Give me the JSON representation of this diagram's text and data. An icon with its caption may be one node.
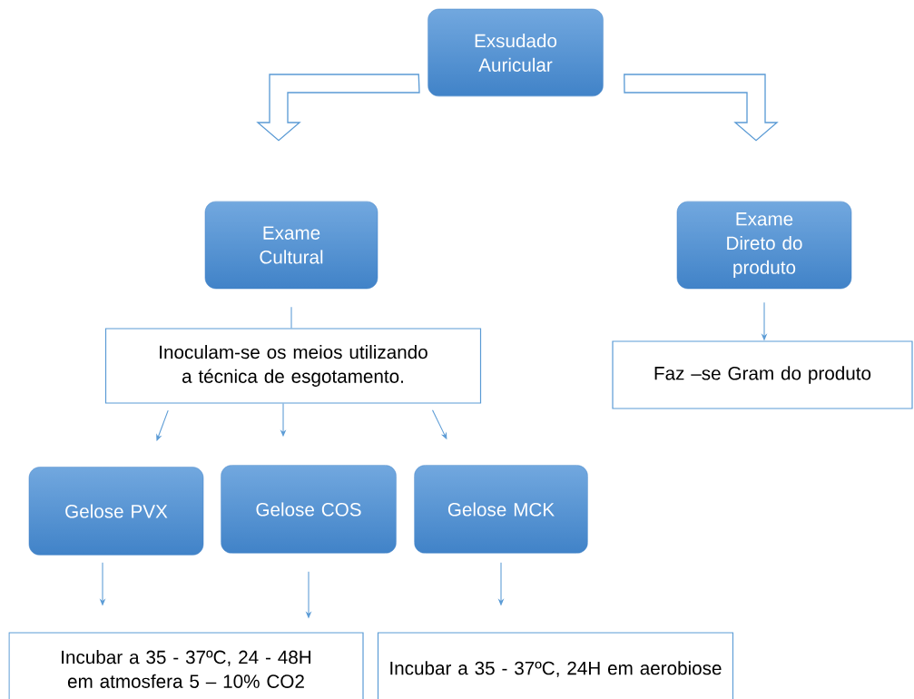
{
  "diagram": {
    "nodes": [
      {
        "text": [
          "Exsudado Auricular"
        ]
      },
      {
        "text": [
          "Exame Cultural"
        ]
      },
      {
        "text": [
          "Exame Direto do produto"
        ]
      },
      {
        "text": [
          "Inoculam-se os meios utilizando a técnica de esgotamento."
        ]
      },
      {
        "text": [
          "Faz –se Gram do produto"
        ]
      },
      {
        "text": [
          "Gelose PVX"
        ]
      },
      {
        "text": [
          "Gelose COS"
        ]
      },
      {
        "text": [
          "Gelose MCK"
        ]
      },
      {
        "text": [
          "Incubar a 35 - 37ºC, 24 - 48H em atmosfera 5 – 10% CO2"
        ]
      },
      {
        "text": [
          "Incubar a 35 - 37ºC, 24H em aerobiose"
        ]
      }
    ],
    "edges": [
      {
        "from": 0,
        "to": 1,
        "arrow": "to",
        "style": "thick"
      },
      {
        "from": 0,
        "to": 2,
        "arrow": "to",
        "style": "thick"
      },
      {
        "from": 1,
        "to": 3,
        "arrow": "none"
      },
      {
        "from": 2,
        "to": 4,
        "arrow": "to"
      },
      {
        "from": 3,
        "to": 5,
        "arrow": "to"
      },
      {
        "from": 3,
        "to": 6,
        "arrow": "to"
      },
      {
        "from": 3,
        "to": 7,
        "arrow": "to"
      },
      {
        "from": 5,
        "to": 8,
        "arrow": "to"
      },
      {
        "from": 6,
        "to": 8,
        "arrow": "to"
      },
      {
        "from": 7,
        "to": 9,
        "arrow": "to"
      }
    ]
  }
}
